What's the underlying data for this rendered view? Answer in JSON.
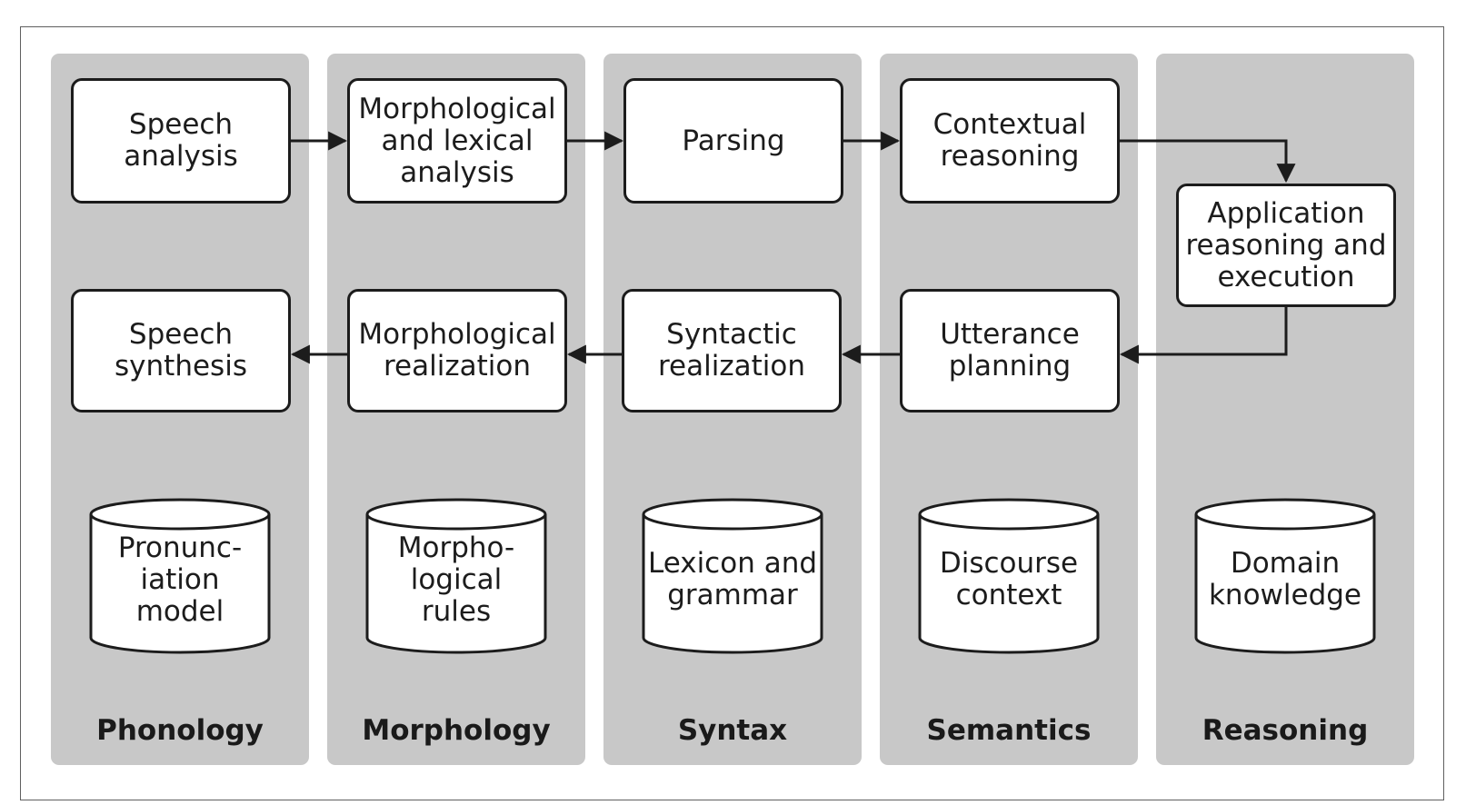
{
  "columns": [
    {
      "label": "Phonology"
    },
    {
      "label": "Morphology"
    },
    {
      "label": "Syntax"
    },
    {
      "label": "Semantics"
    },
    {
      "label": "Reasoning"
    }
  ],
  "process_boxes": {
    "speech_analysis": "Speech\nanalysis",
    "morphological_lexical_analysis": "Morphological\nand lexical\nanalysis",
    "parsing": "Parsing",
    "contextual_reasoning": "Contextual\nreasoning",
    "application_reasoning": "Application\nreasoning and\nexecution",
    "utterance_planning": "Utterance\nplanning",
    "syntactic_realization": "Syntactic\nrealization",
    "morphological_realization": "Morphological\nrealization",
    "speech_synthesis": "Speech\nsynthesis"
  },
  "databases": {
    "pronunciation_model": "Pronunc-\niation\nmodel",
    "morphological_rules": "Morpho-\nlogical\nrules",
    "lexicon_grammar": "Lexicon and\ngrammar",
    "discourse_context": "Discourse\ncontext",
    "domain_knowledge": "Domain\nknowledge"
  },
  "colors": {
    "column_fill": "#c8c8c8",
    "box_fill": "#ffffff",
    "stroke": "#1c1c1c",
    "frame": "#5f5f5f"
  }
}
